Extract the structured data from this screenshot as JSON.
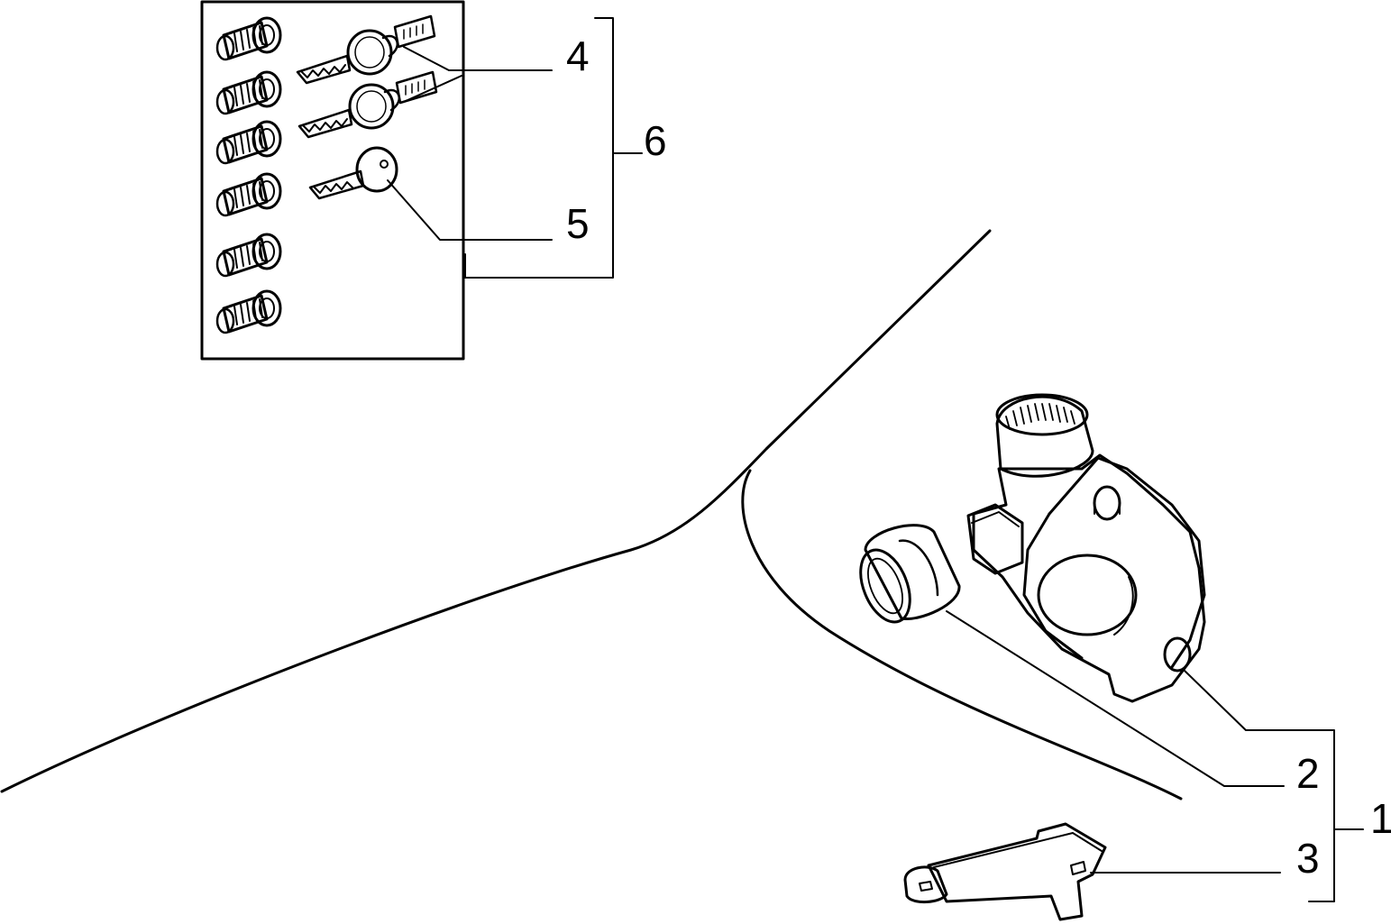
{
  "diagram": {
    "callouts": [
      {
        "id": "c1",
        "label": "1"
      },
      {
        "id": "c2",
        "label": "2"
      },
      {
        "id": "c3",
        "label": "3"
      },
      {
        "id": "c4",
        "label": "4"
      },
      {
        "id": "c5",
        "label": "5"
      },
      {
        "id": "c6",
        "label": "6"
      }
    ],
    "line_color": "#000000",
    "background": "#ffffff"
  }
}
